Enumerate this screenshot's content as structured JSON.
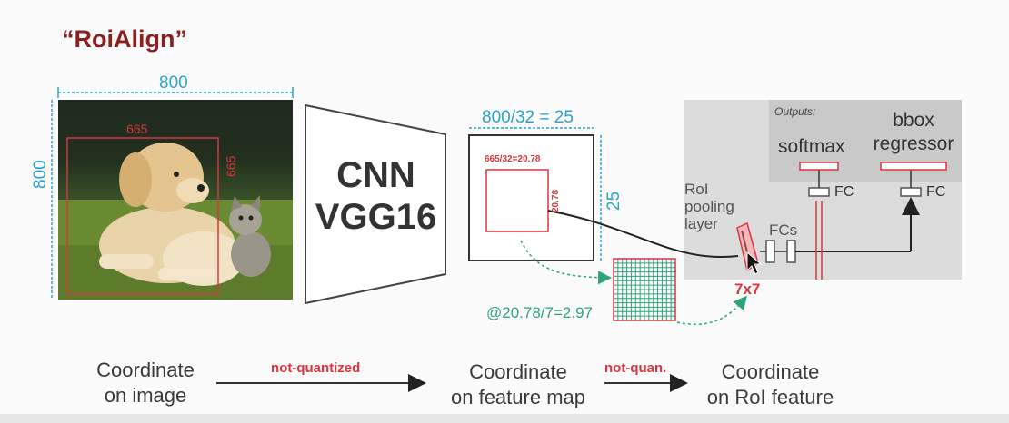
{
  "title": "“RoiAlign”",
  "image": {
    "width_label": "800",
    "height_label": "800",
    "roi_width_label": "665",
    "roi_height_label": "665"
  },
  "cnn": {
    "line1": "CNN",
    "line2": "VGG16"
  },
  "feature_map": {
    "width_label": "800/32 = 25",
    "height_label": "25",
    "roi_width_label": "665/32=20.78",
    "roi_height_label": "20.78"
  },
  "grid_label": "@20.78/7=2.97",
  "roi_layer": {
    "line1": "RoI",
    "line2": "pooling",
    "line3": "layer",
    "size_label": "7x7",
    "fcs_label": "FCs"
  },
  "outputs": {
    "caption": "Outputs:",
    "softmax": "softmax",
    "bbox_line1": "bbox",
    "bbox_line2": "regressor",
    "fc_left": "FC",
    "fc_right": "FC"
  },
  "pipeline": {
    "step1_line1": "Coordinate",
    "step1_line2": "on image",
    "arrow1_label": "not-quantized",
    "step2_line1": "Coordinate",
    "step2_line2": "on feature map",
    "arrow2_label": "not-quan.",
    "step3_line1": "Coordinate",
    "step3_line2": "on RoI feature"
  },
  "colors": {
    "title": "#8b2020",
    "dimension": "#29a3cf",
    "roi_red": "#d6363e",
    "grid_green": "#2ea37a",
    "panel_gray": "#dcdcdc"
  }
}
